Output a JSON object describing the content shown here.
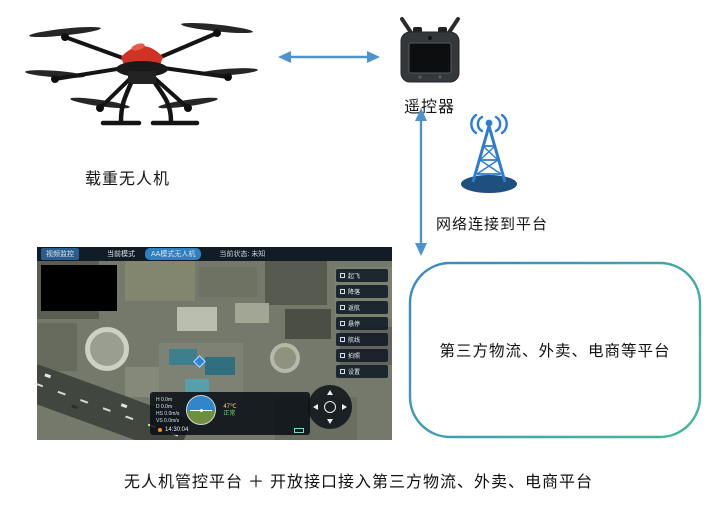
{
  "labels": {
    "drone": "载重无人机",
    "controller": "遥控器",
    "network": "网络连接到平台",
    "platform_box": "第三方物流、外卖、电商等平台",
    "caption": "无人机管控平台 ＋  开放接口接入第三方物流、外卖、电商平台"
  },
  "colors": {
    "arrow": "#4f93ce",
    "box_border_start": "#3a86c8",
    "box_border_end": "#45b39a",
    "drone_canopy": "#d03226",
    "network_icon": "#2b7cd3"
  },
  "screenshot": {
    "topbar": {
      "monitor_btn": "视频监控",
      "mode_label": "当前模式",
      "mode_badge": "AA模式无人机",
      "status": "当前状态: 未知"
    },
    "side_buttons": [
      "起飞",
      "降落",
      "返航",
      "悬停",
      "航线",
      "拍照",
      "设置"
    ],
    "telemetry": {
      "alt": "H 0.0m",
      "dist": "D 0.0m",
      "hspeed": "HS 0.0m/s",
      "vspeed": "VS 0.0m/s",
      "temp": "47℃",
      "status": "正常",
      "time": "14:30:04"
    }
  }
}
